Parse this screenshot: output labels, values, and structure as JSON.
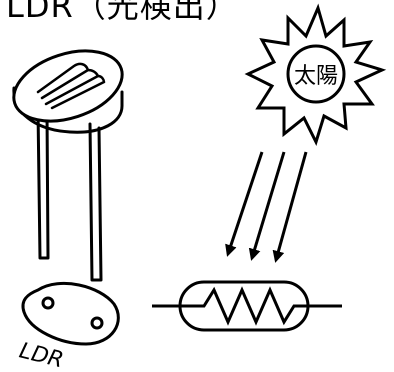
{
  "title": "LDR（光検出）",
  "sun_label": "太陽",
  "ldr_label": "LDR",
  "colors": {
    "line": "#000000",
    "background": "#ffffff"
  }
}
